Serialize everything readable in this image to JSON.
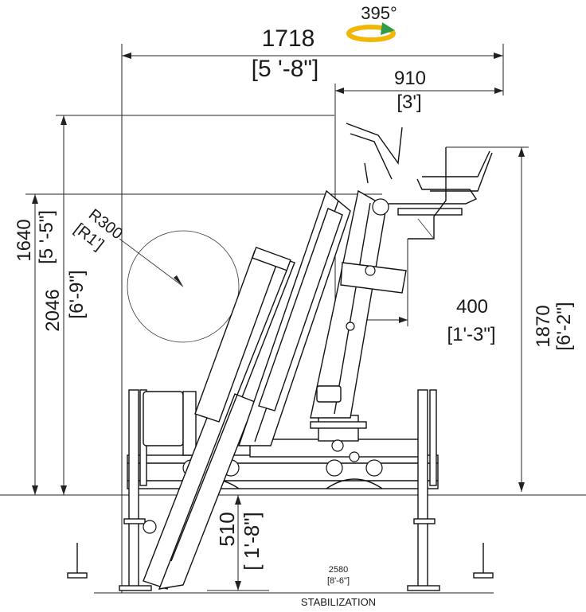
{
  "dimensions": {
    "overall_width": {
      "value": "1718",
      "imperial": "[5 '-8\"]"
    },
    "top_reach": {
      "value": "910",
      "imperial": "[3']"
    },
    "side_reach": {
      "value": "400",
      "imperial": "[1'-3\"]"
    },
    "left_height": {
      "value": "1640",
      "imperial": "[5 '-5\"]"
    },
    "total_height": {
      "value": "2046",
      "imperial": "[6'-9\"]"
    },
    "right_height": {
      "value": "1870",
      "imperial": "[6'-2\"]"
    },
    "ground_clearance": {
      "value": "510",
      "imperial": "[ 1'-8\"]"
    },
    "radius": {
      "value": "R300",
      "imperial": "[R1']"
    },
    "stabilization": {
      "value": "2580",
      "imperial": "[8'-6\"]",
      "label": "STABILIZATION"
    }
  },
  "rotation": {
    "label": "395°",
    "icon": "rotation-arrow-icon"
  },
  "colors": {
    "line": "#111111",
    "rotation_arrow": "#f2b705",
    "rotation_arrow_dark": "#2e9c4a"
  }
}
